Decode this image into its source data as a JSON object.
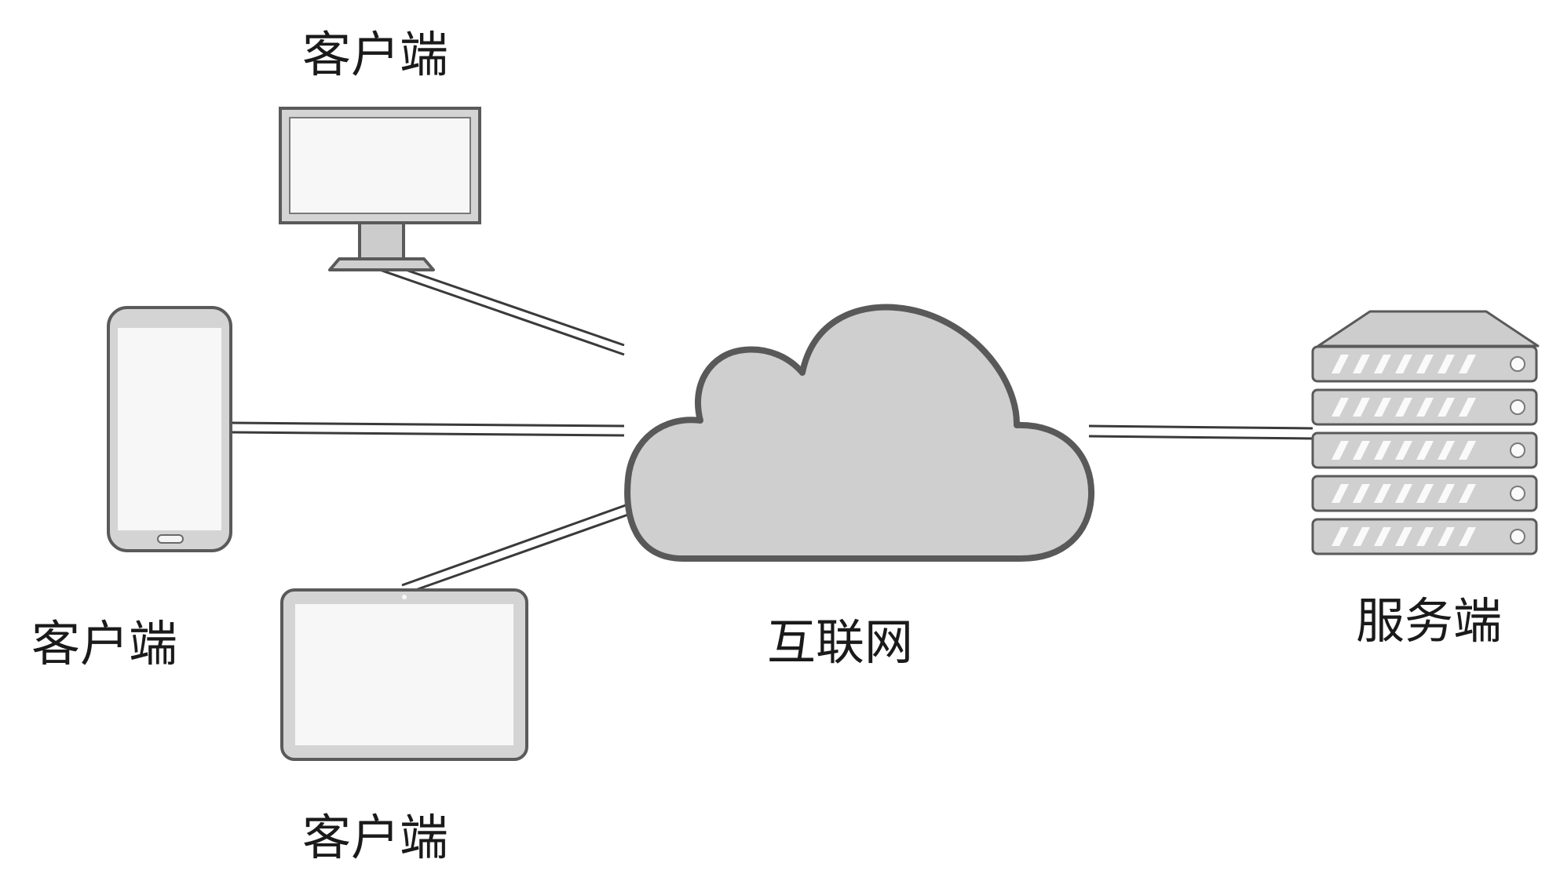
{
  "labels": {
    "client_top": "客户端",
    "client_left": "客户端",
    "client_bottom": "客户端",
    "internet": "互联网",
    "server": "服务端"
  },
  "colors": {
    "device_fill": "#d4d4d4",
    "device_stroke": "#5a5a5a",
    "screen_fill": "#f7f7f7",
    "cloud_fill": "#cfcfcf",
    "cloud_stroke": "#595959",
    "line": "#3a3a3a",
    "text": "#1a1a1a"
  },
  "icons": {
    "monitor": "desktop-monitor-icon",
    "phone": "smartphone-icon",
    "tablet": "tablet-icon",
    "cloud": "cloud-icon",
    "server": "server-rack-icon"
  }
}
